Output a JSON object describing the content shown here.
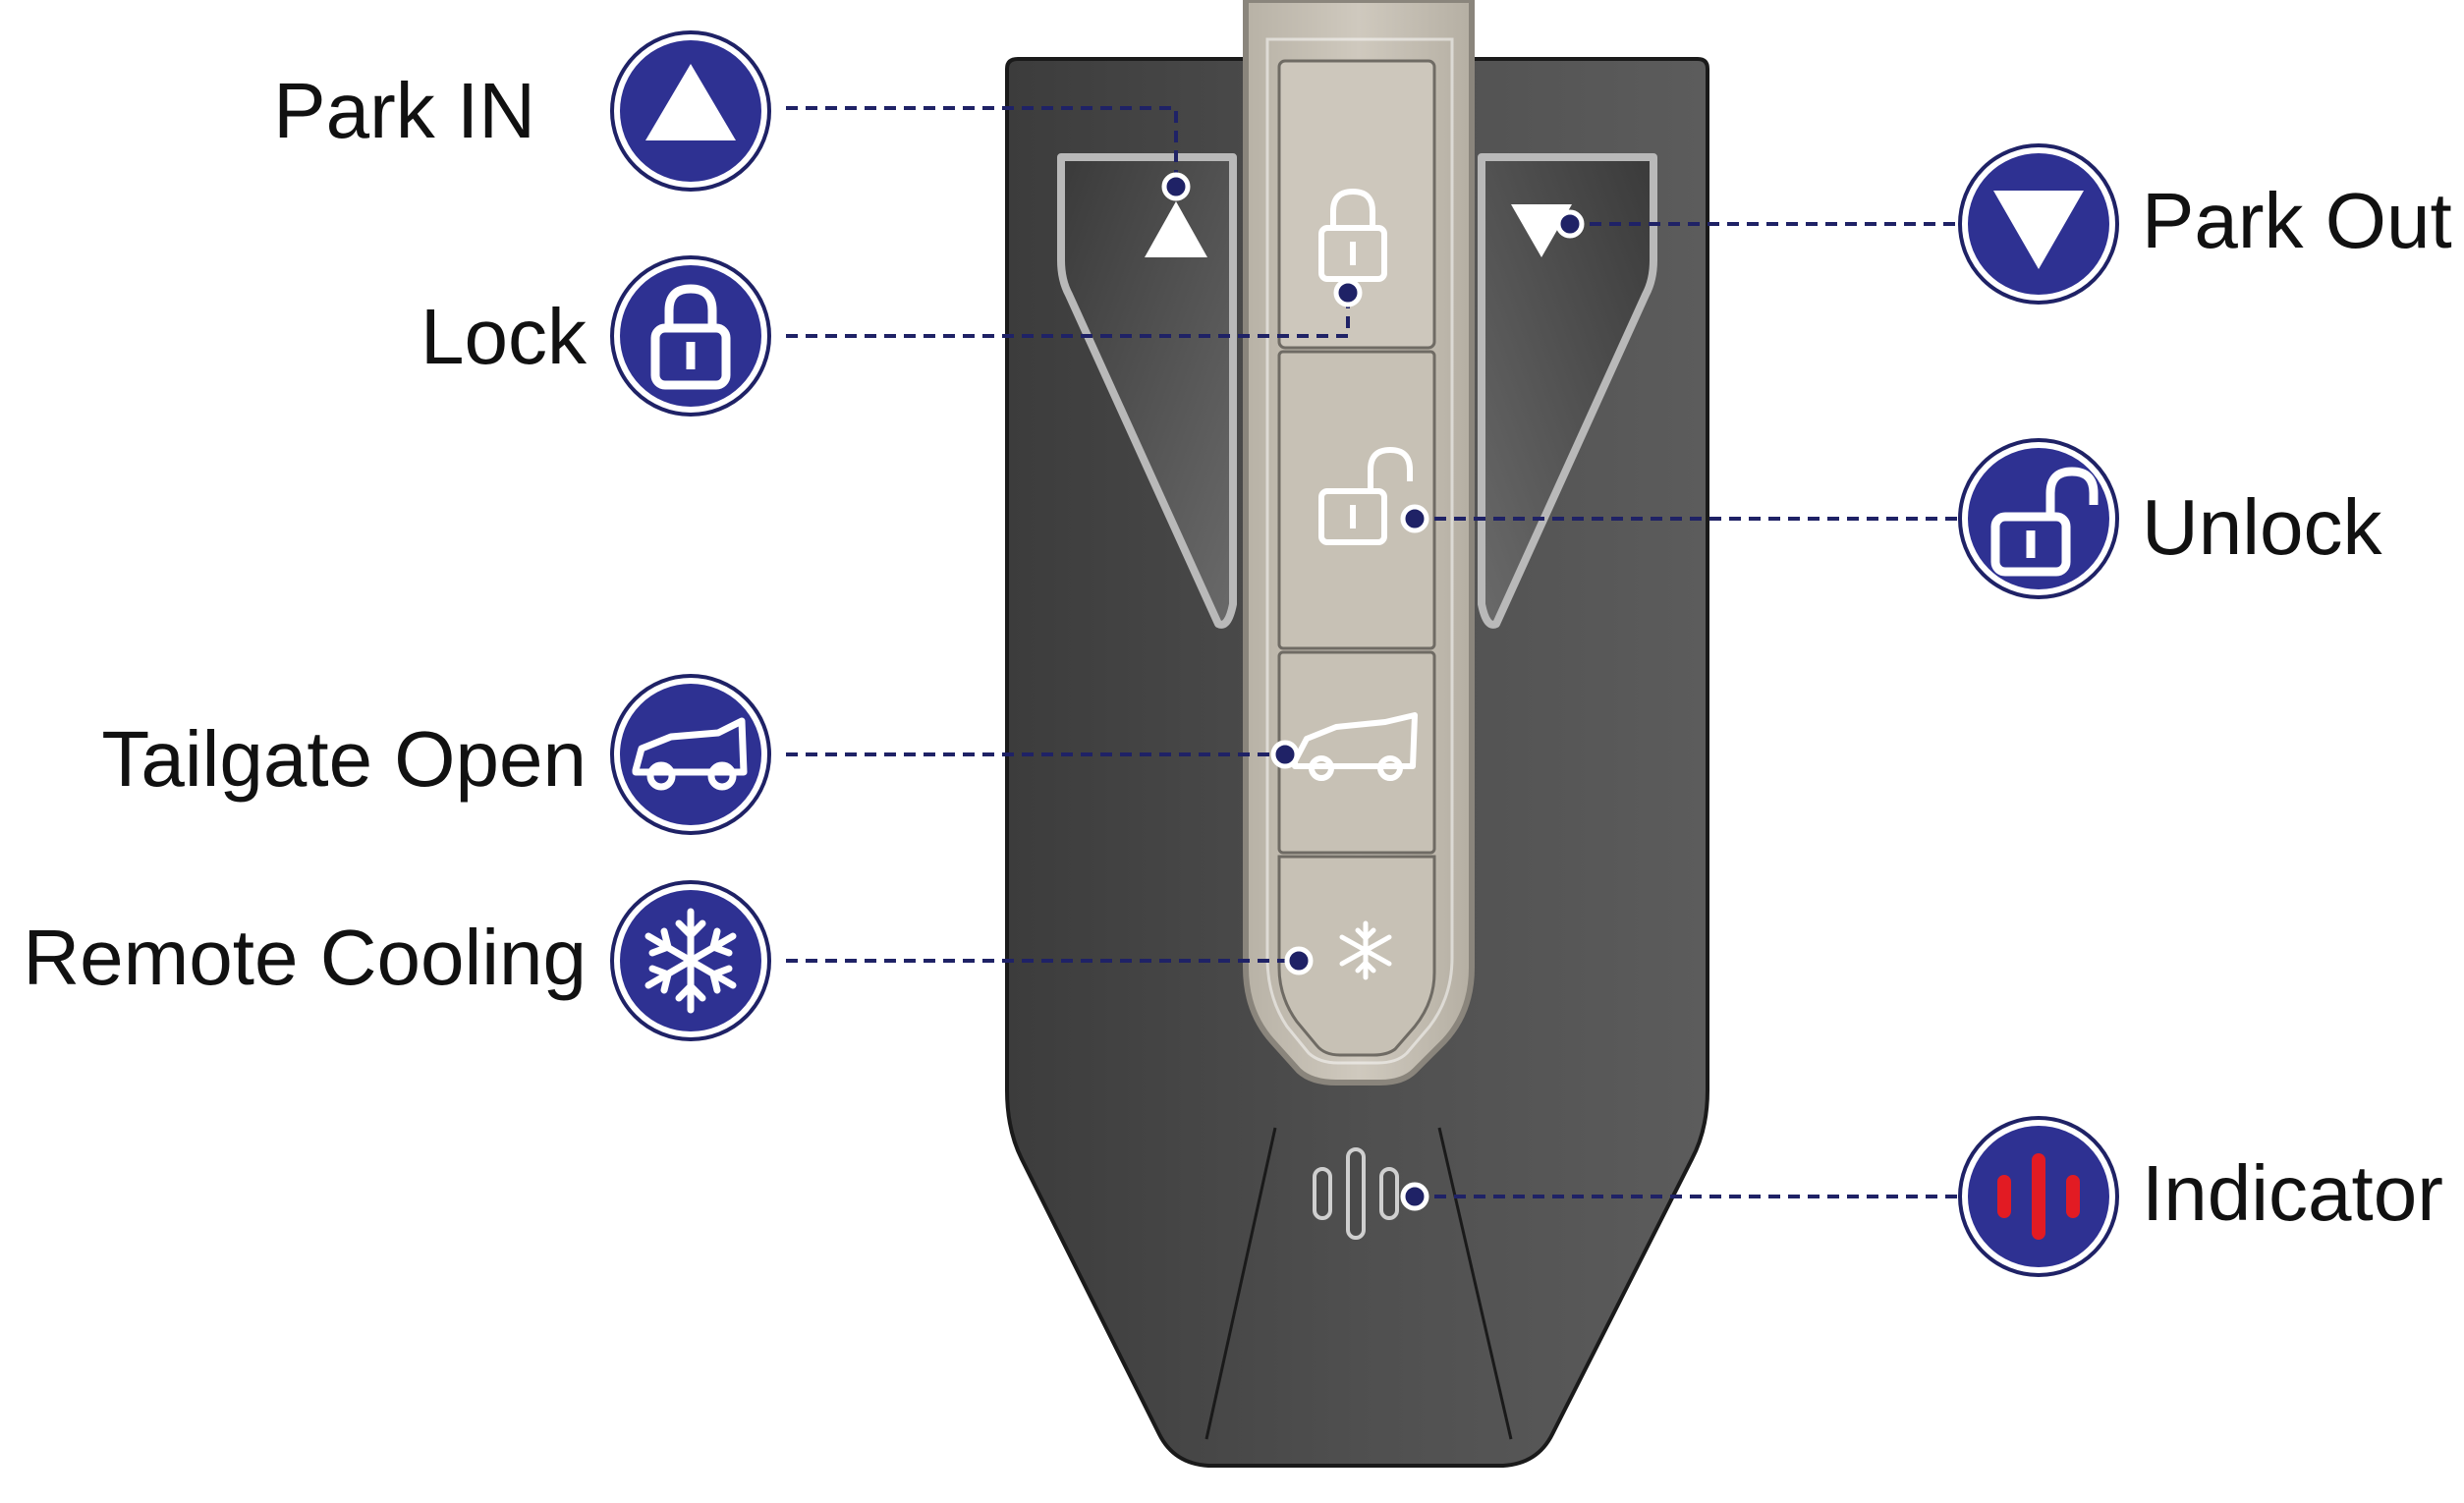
{
  "colors": {
    "badge_fill": "#2e3192",
    "badge_ring": "#ffffff",
    "badge_outline": "#1f2266",
    "fob_body": "#4d4d4d",
    "fob_body_dark": "#3a3a3a",
    "fob_outline": "#1a1a1a",
    "button_strip": "#c9c3b8",
    "button_strip_edge": "#8f8a80",
    "leader_line": "#2e3192",
    "indicator_red": "#e21b23"
  },
  "callouts": [
    {
      "id": "park-in",
      "label": "Park IN",
      "icon": "triangle-up-icon"
    },
    {
      "id": "lock",
      "label": "Lock",
      "icon": "padlock-closed-icon"
    },
    {
      "id": "park-out",
      "label": "Park Out",
      "icon": "triangle-down-icon"
    },
    {
      "id": "unlock",
      "label": "Unlock",
      "icon": "padlock-open-icon"
    },
    {
      "id": "tailgate-open",
      "label": "Tailgate Open",
      "icon": "suv-tailgate-icon"
    },
    {
      "id": "remote-cooling",
      "label": "Remote Cooling",
      "icon": "snowflake-icon"
    },
    {
      "id": "indicator",
      "label": "Indicator",
      "icon": "indicator-bars-icon"
    }
  ]
}
